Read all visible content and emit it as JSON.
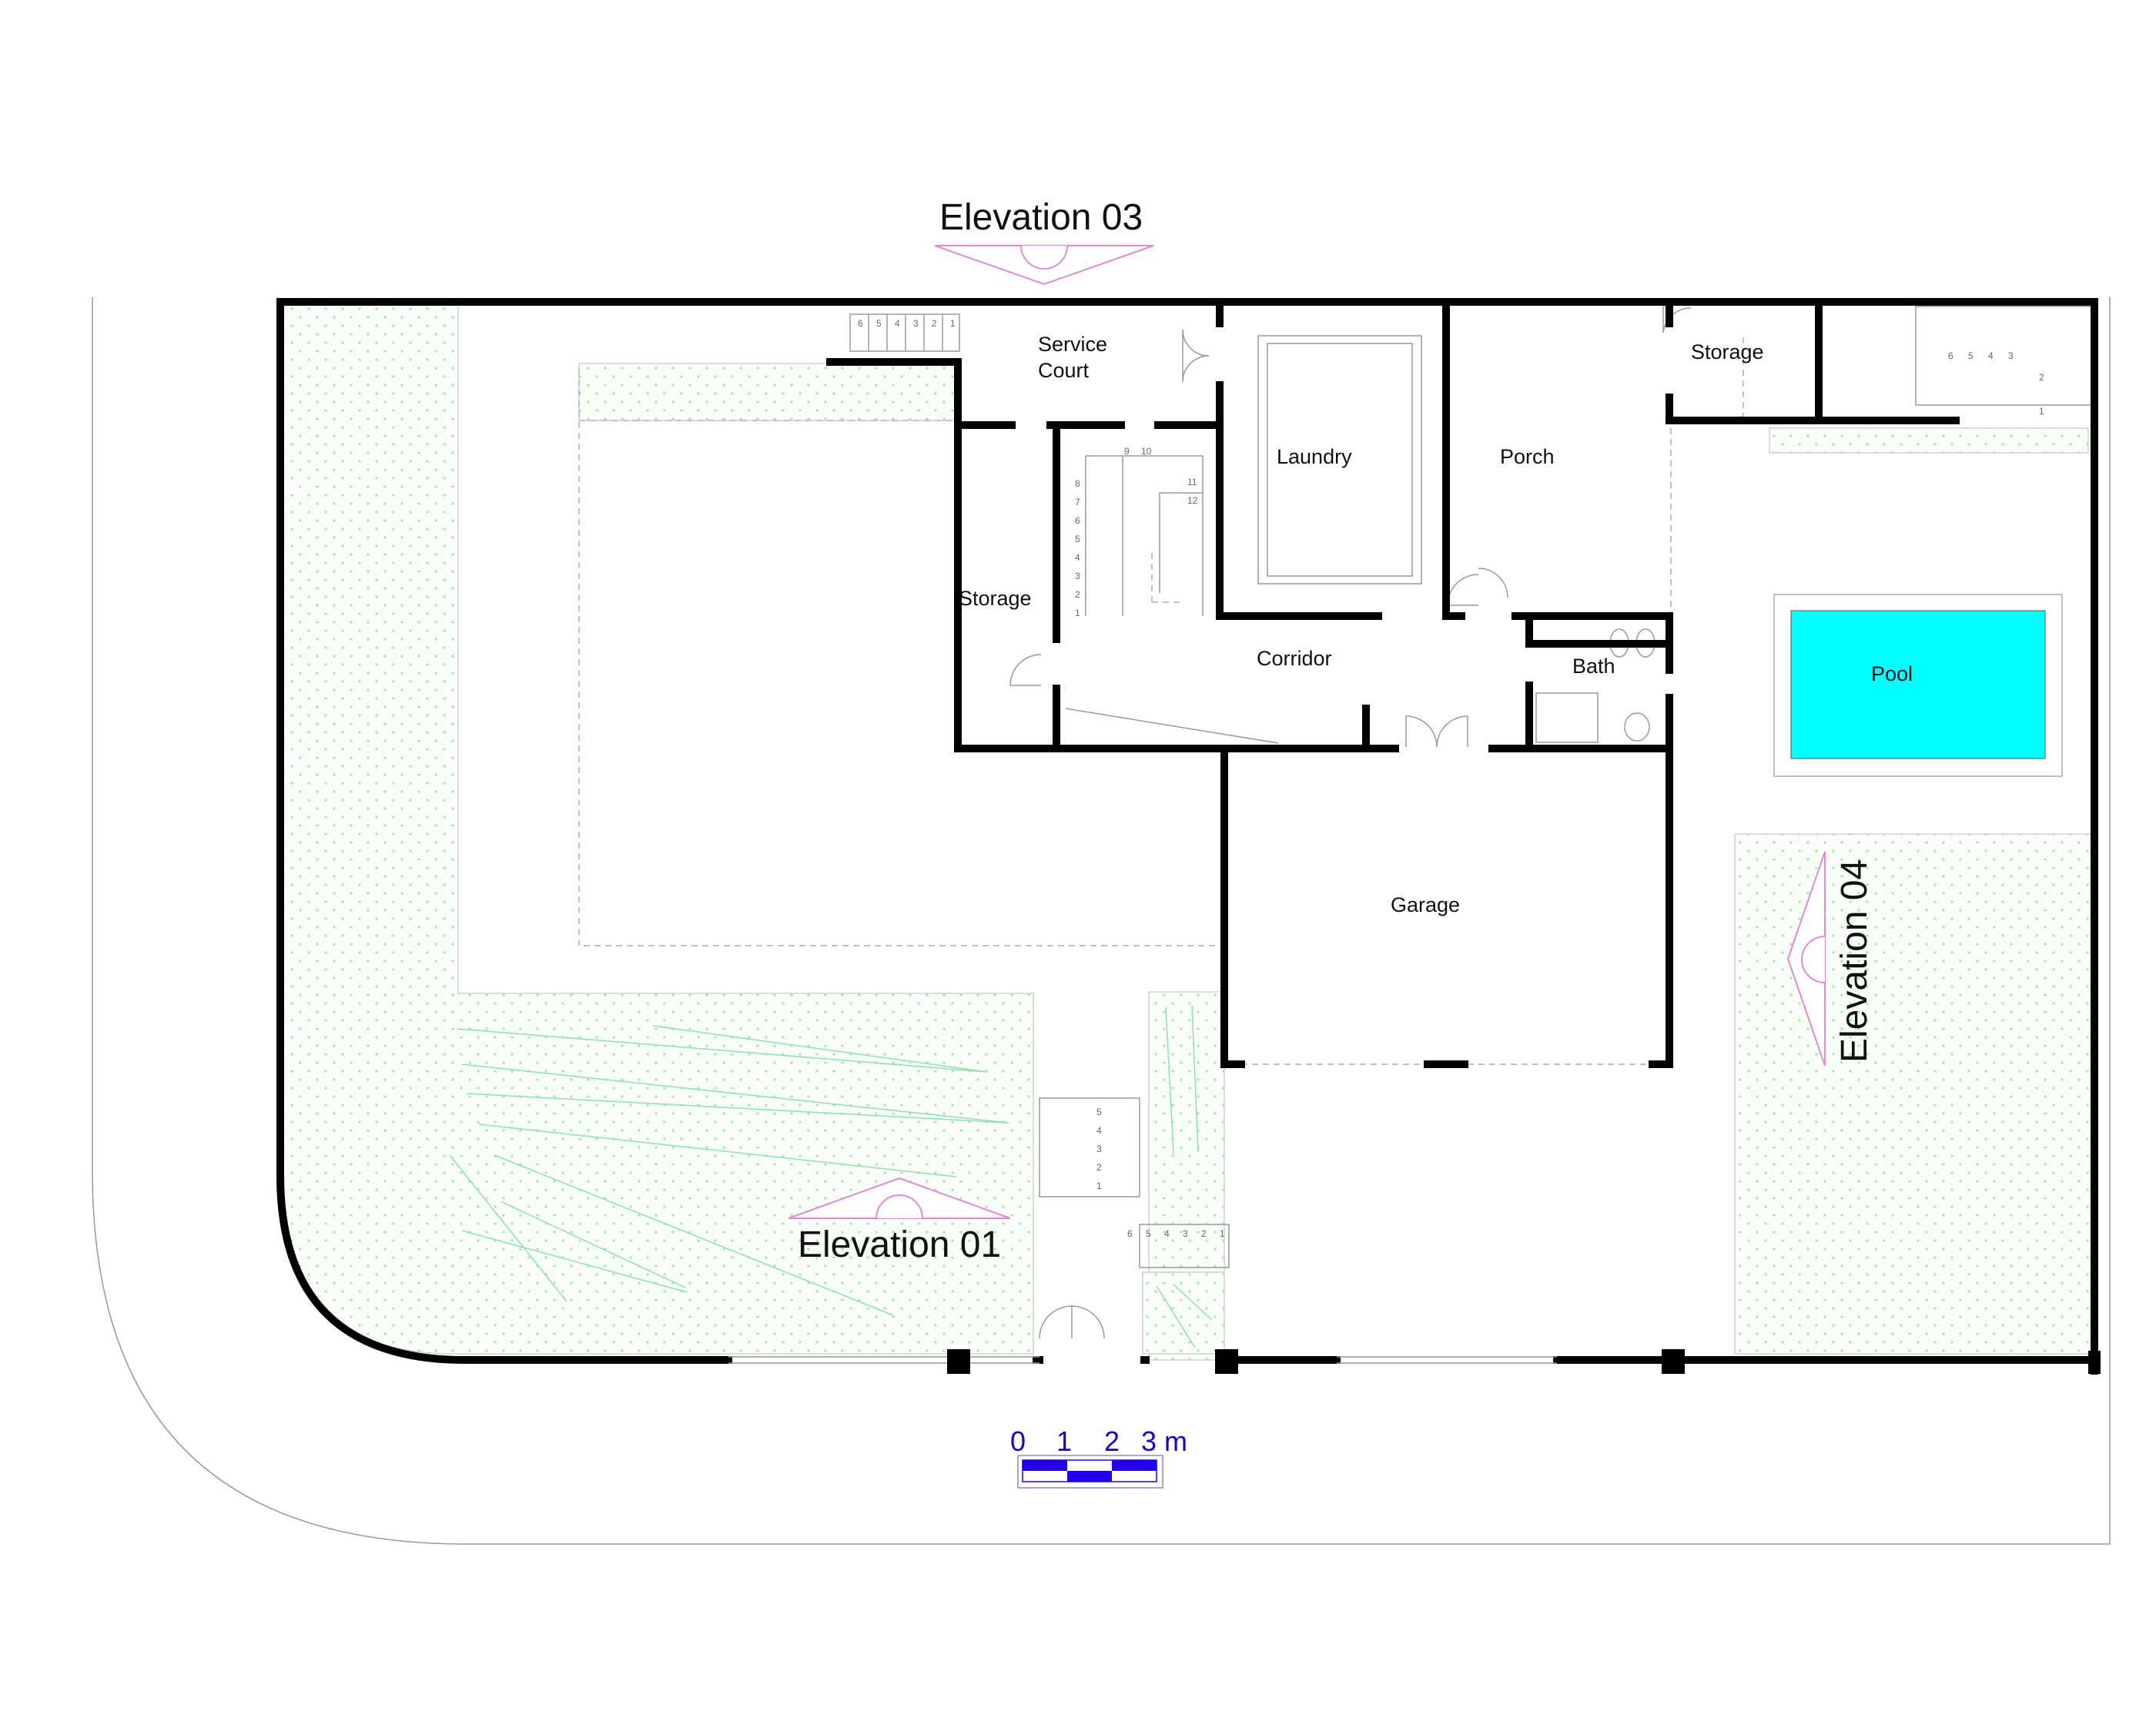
{
  "rooms": {
    "service_court_line1": "Service",
    "service_court_line2": "Court",
    "laundry": "Laundry",
    "porch": "Porch",
    "storage_top": "Storage",
    "storage_left": "Storage",
    "corridor": "Corridor",
    "bath": "Bath",
    "pool": "Pool",
    "garage": "Garage"
  },
  "elevations": {
    "top": "Elevation 03",
    "bottom": "Elevation 01",
    "right": "Elevation 04"
  },
  "scale_bar": {
    "ticks": [
      "0",
      "1",
      "2",
      "3 m"
    ]
  },
  "stairs": {
    "service_court": [
      "6",
      "5",
      "4",
      "3",
      "2",
      "1"
    ],
    "interior_left": [
      "8",
      "7",
      "6",
      "5",
      "4",
      "3",
      "2",
      "1"
    ],
    "interior_top": [
      "9",
      "10"
    ],
    "interior_right": [
      "11",
      "12"
    ],
    "top_right": [
      "6",
      "5",
      "4",
      "3"
    ],
    "top_right_side": [
      "2",
      "1"
    ],
    "entrance": [
      "5",
      "4",
      "3",
      "2",
      "1"
    ],
    "front": [
      "6",
      "5",
      "4",
      "3",
      "2",
      "1"
    ]
  },
  "colors": {
    "wall": "#000000",
    "pool": "#00ffff",
    "grass_dot": "#7fe07f",
    "elevation_marker": "#e28ad6",
    "scale_bar": "#2200ee"
  }
}
